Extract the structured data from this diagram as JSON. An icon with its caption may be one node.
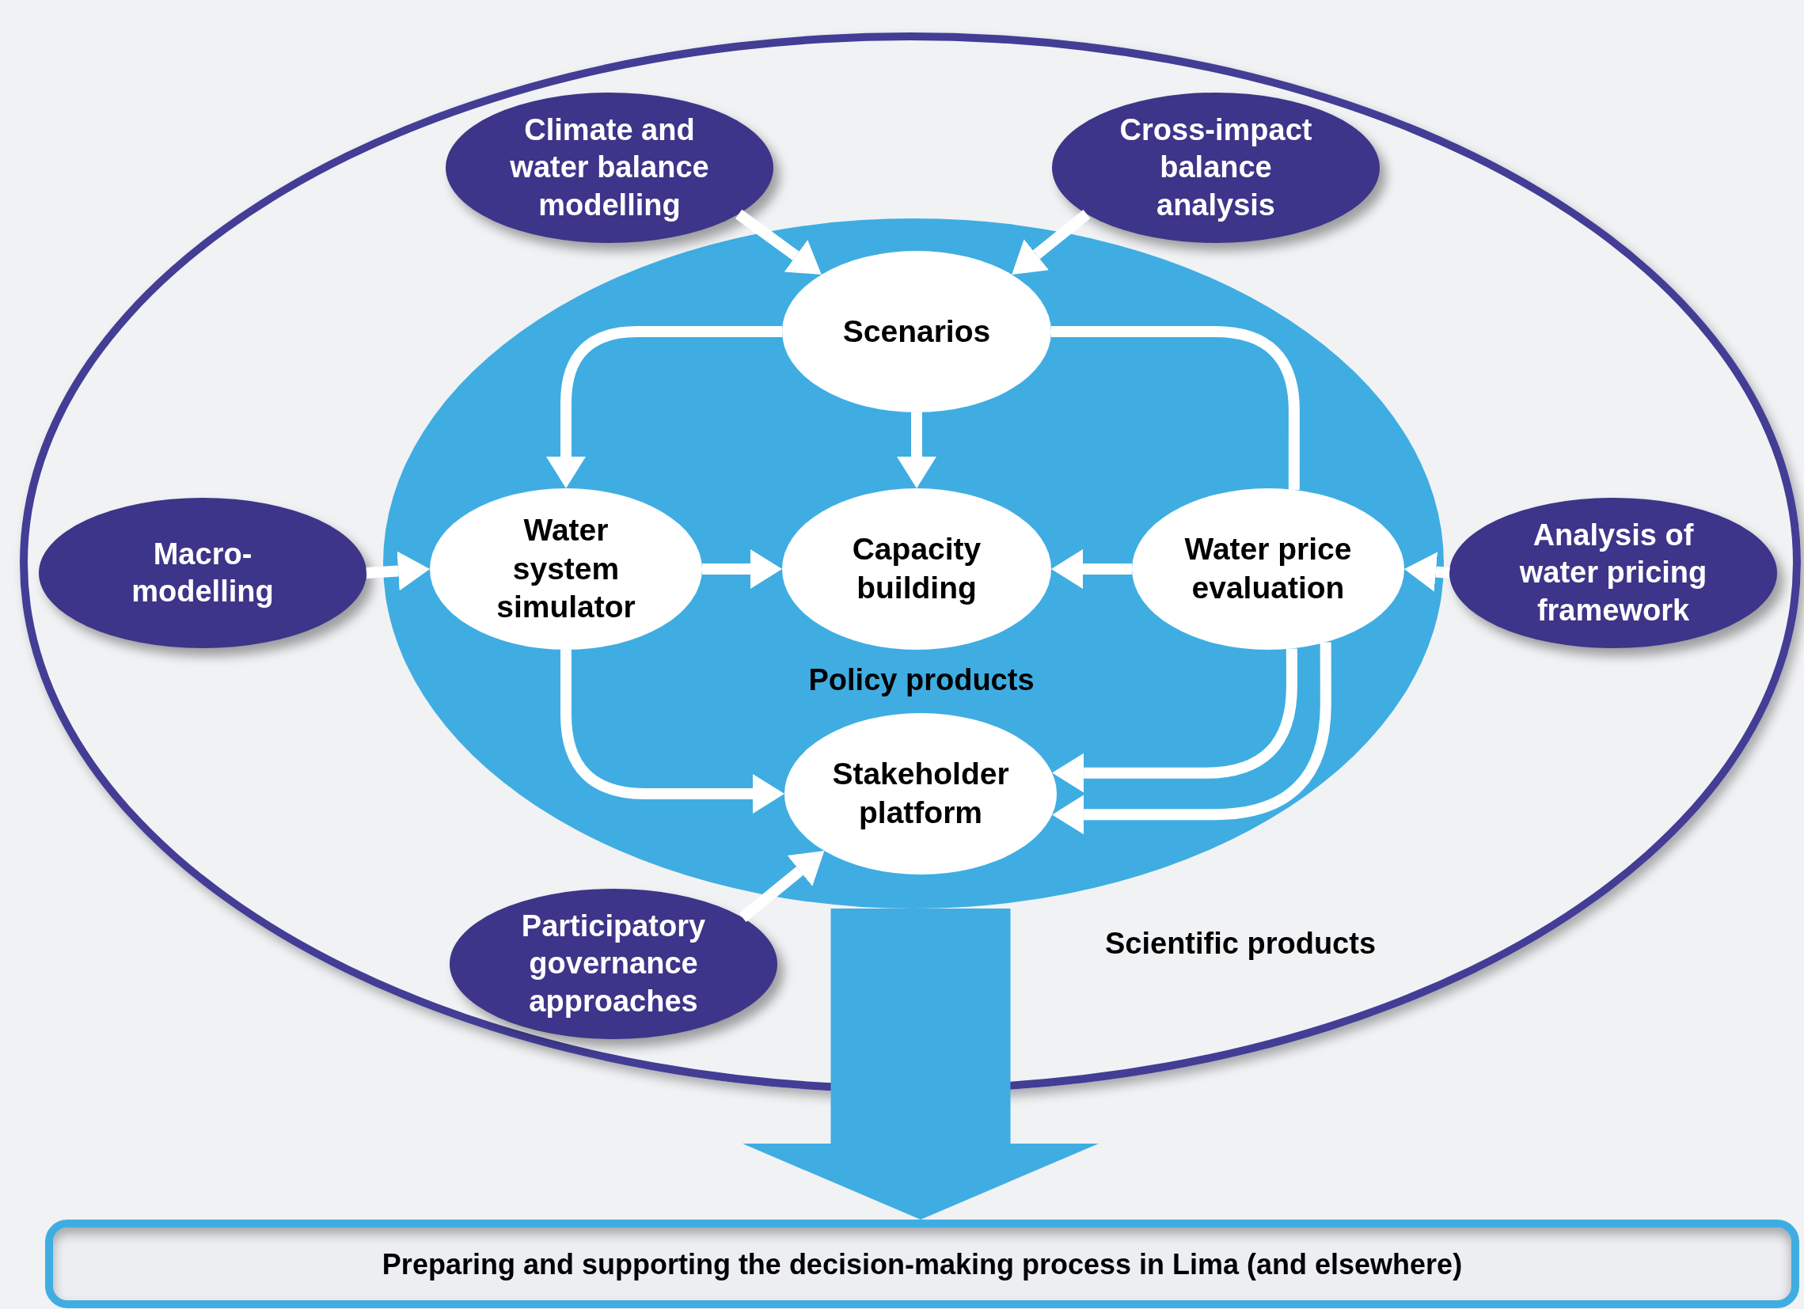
{
  "diagram": {
    "nodes": [
      {
        "text": [
          "Scientific products"
        ]
      },
      {
        "text": [
          "Policy products"
        ],
        "in": 0
      },
      {
        "text": [
          "Scenarios"
        ],
        "in": 1
      },
      {
        "text": [
          "Water system simulator"
        ],
        "in": 1
      },
      {
        "text": [
          "Capacity building"
        ],
        "in": 1
      },
      {
        "text": [
          "Water price evaluation"
        ],
        "in": 1
      },
      {
        "text": [
          "Stakeholder platform"
        ],
        "in": 1
      },
      {
        "text": [
          "Climate and water balance modelling"
        ],
        "in": 0
      },
      {
        "text": [
          "Cross-impact balance analysis"
        ],
        "in": 0
      },
      {
        "text": [
          "Macro-modelling"
        ],
        "in": 0
      },
      {
        "text": [
          "Analysis of water pricing framework"
        ],
        "in": 0
      },
      {
        "text": [
          "Participatory governance approaches"
        ],
        "in": 0
      },
      {
        "text": [
          "Preparing and supporting the decision-making process in Lima (and elsewhere)"
        ]
      }
    ],
    "edges": [
      {
        "from": 7,
        "to": 2,
        "arrow": "to"
      },
      {
        "from": 8,
        "to": 2,
        "arrow": "to"
      },
      {
        "from": 9,
        "to": 3,
        "arrow": "to"
      },
      {
        "from": 10,
        "to": 5,
        "arrow": "to"
      },
      {
        "from": 11,
        "to": 6,
        "arrow": "to"
      },
      {
        "from": 2,
        "to": 3,
        "arrow": "to"
      },
      {
        "from": 2,
        "to": 4,
        "arrow": "to"
      },
      {
        "from": 2,
        "to": 5,
        "arrow": "none"
      },
      {
        "from": 3,
        "to": 4,
        "arrow": "to"
      },
      {
        "from": 5,
        "to": 4,
        "arrow": "to"
      },
      {
        "from": 3,
        "to": 6,
        "arrow": "to"
      },
      {
        "from": 5,
        "to": 6,
        "arrow": "to"
      },
      {
        "from": 5,
        "to": 6,
        "arrow": "to"
      },
      {
        "from": 1,
        "to": 12,
        "arrow": "to",
        "style": "thick",
        "color": "#3fade2"
      }
    ]
  }
}
